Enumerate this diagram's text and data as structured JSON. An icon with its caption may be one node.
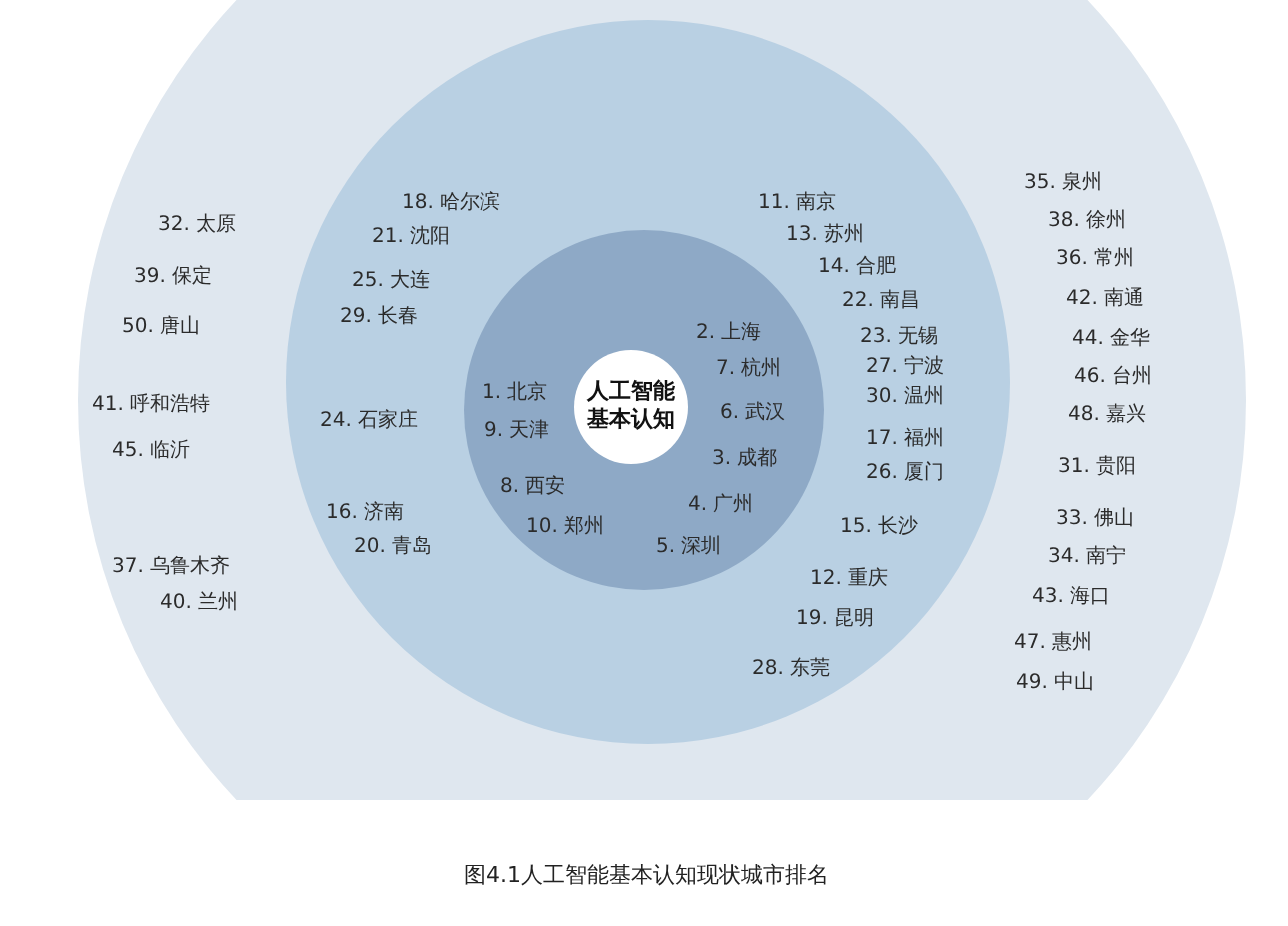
{
  "diagram": {
    "caption": "图4.1人工智能基本认知现状城市排名",
    "nodes": [
      {
        "text": [
          "32. 太原",
          "39. 保定",
          "50. 唐山",
          "41. 呼和浩特",
          "45. 临沂",
          "37. 乌鲁木齐",
          "40. 兰州",
          "35. 泉州",
          "38. 徐州",
          "36. 常州",
          "42. 南通",
          "44. 金华",
          "46. 台州",
          "48. 嘉兴",
          "31. 贵阳",
          "33. 佛山",
          "34. 南宁",
          "43. 海口",
          "47. 惠州",
          "49. 中山"
        ]
      },
      {
        "text": [
          "18. 哈尔滨",
          "21. 沈阳",
          "25. 大连",
          "29. 长春",
          "24. 石家庄",
          "16. 济南",
          "20. 青岛",
          "11. 南京",
          "13. 苏州",
          "14. 合肥",
          "22. 南昌",
          "23. 无锡",
          "27. 宁波",
          "30. 温州",
          "17. 福州",
          "26. 厦门",
          "15. 长沙",
          "12. 重庆",
          "19. 昆明",
          "28. 东莞"
        ],
        "in": 0
      },
      {
        "text": [
          "2. 上海",
          "7. 杭州",
          "6. 武汉",
          "3. 成都",
          "4. 广州",
          "5. 深圳",
          "1. 北京",
          "9. 天津",
          "8. 西安",
          "10. 郑州"
        ],
        "in": 1
      },
      {
        "text": [
          "人工智能基本认知"
        ],
        "in": 2
      }
    ]
  }
}
